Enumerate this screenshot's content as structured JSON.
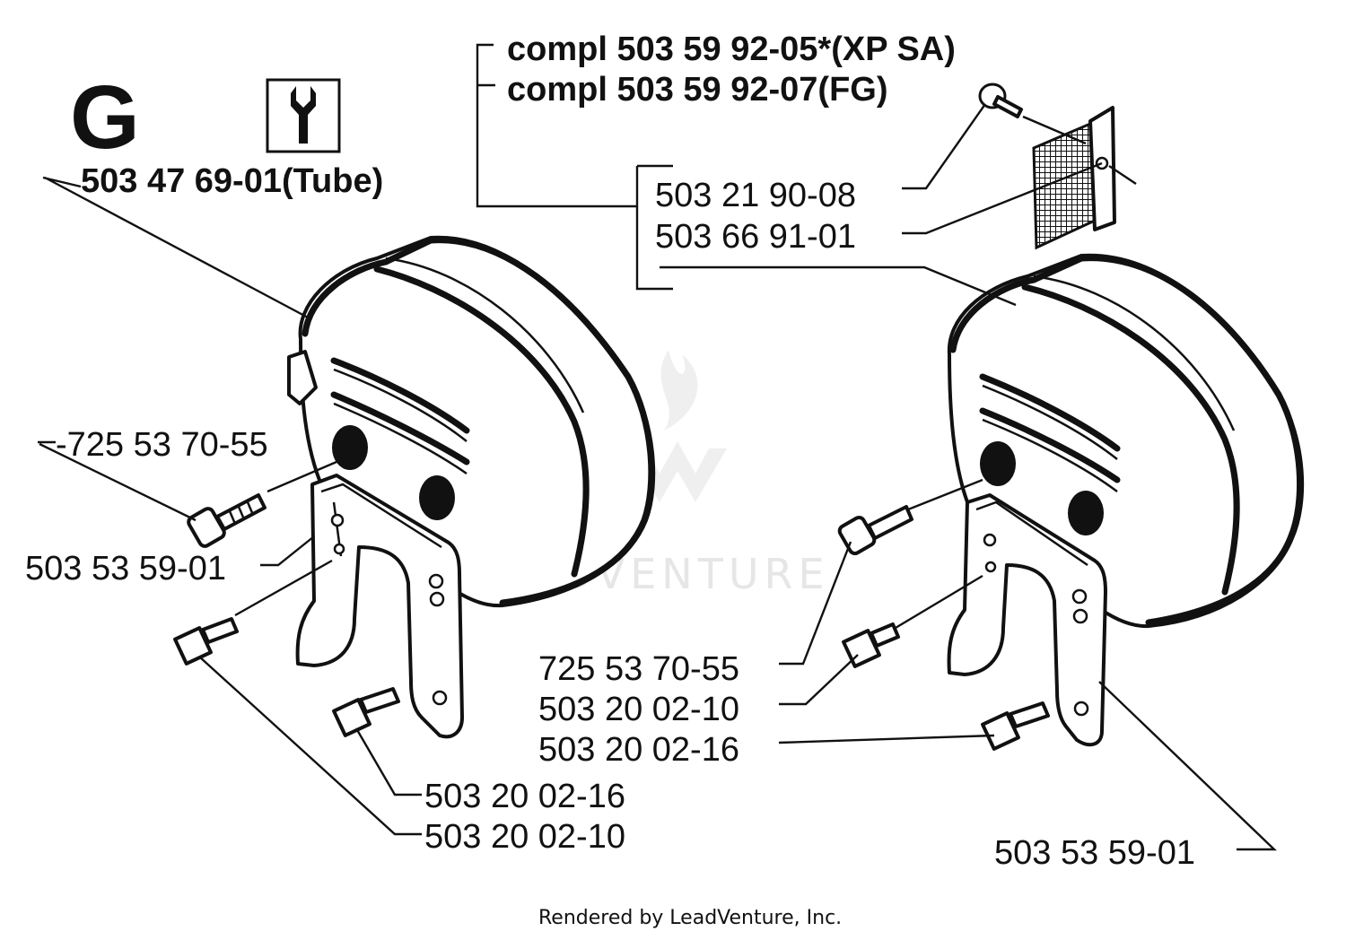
{
  "section_letter": "G",
  "tool_icon": "wrench-icon",
  "watermark": "LEADVENTURE",
  "footer": "Rendered by LeadVenture, Inc.",
  "callouts": {
    "tube": "503 47 69-01(Tube)",
    "compl_xp_sa": "compl 503 59 92-05*(XP SA)",
    "compl_fg": "compl 503 59 92-07(FG)",
    "screw_right_top": "503 21 90-08",
    "spark_screen": "503 66 91-01",
    "left_725": "-725 53 70-55",
    "left_bracket": "503 53 59-01",
    "left_0216": "503 20 02-16",
    "left_0210": "503 20 02-10",
    "right_725": "725 53 70-55",
    "right_0210": "503 20 02-10",
    "right_0216": "503 20 02-16",
    "right_bracket": "503 53 59-01"
  }
}
